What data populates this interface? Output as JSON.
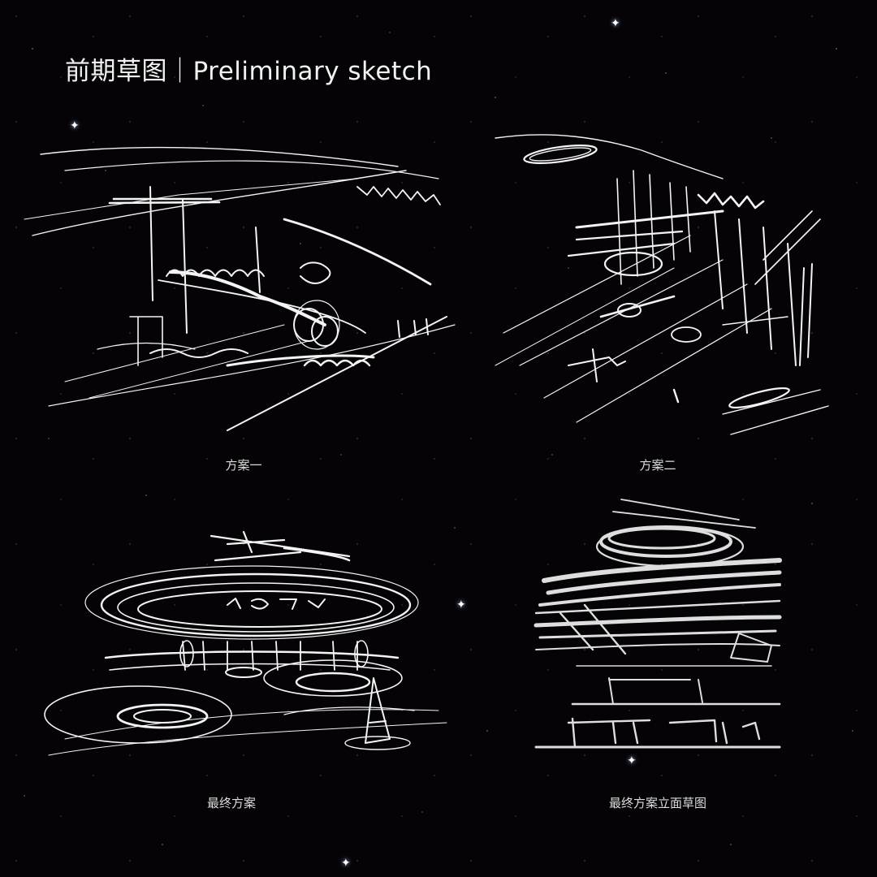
{
  "title": "前期草图｜Preliminary sketch",
  "sketches": [
    {
      "caption": "方案一"
    },
    {
      "caption": "方案二"
    },
    {
      "caption": "最终方案"
    },
    {
      "caption": "最终方案立面草图"
    }
  ]
}
